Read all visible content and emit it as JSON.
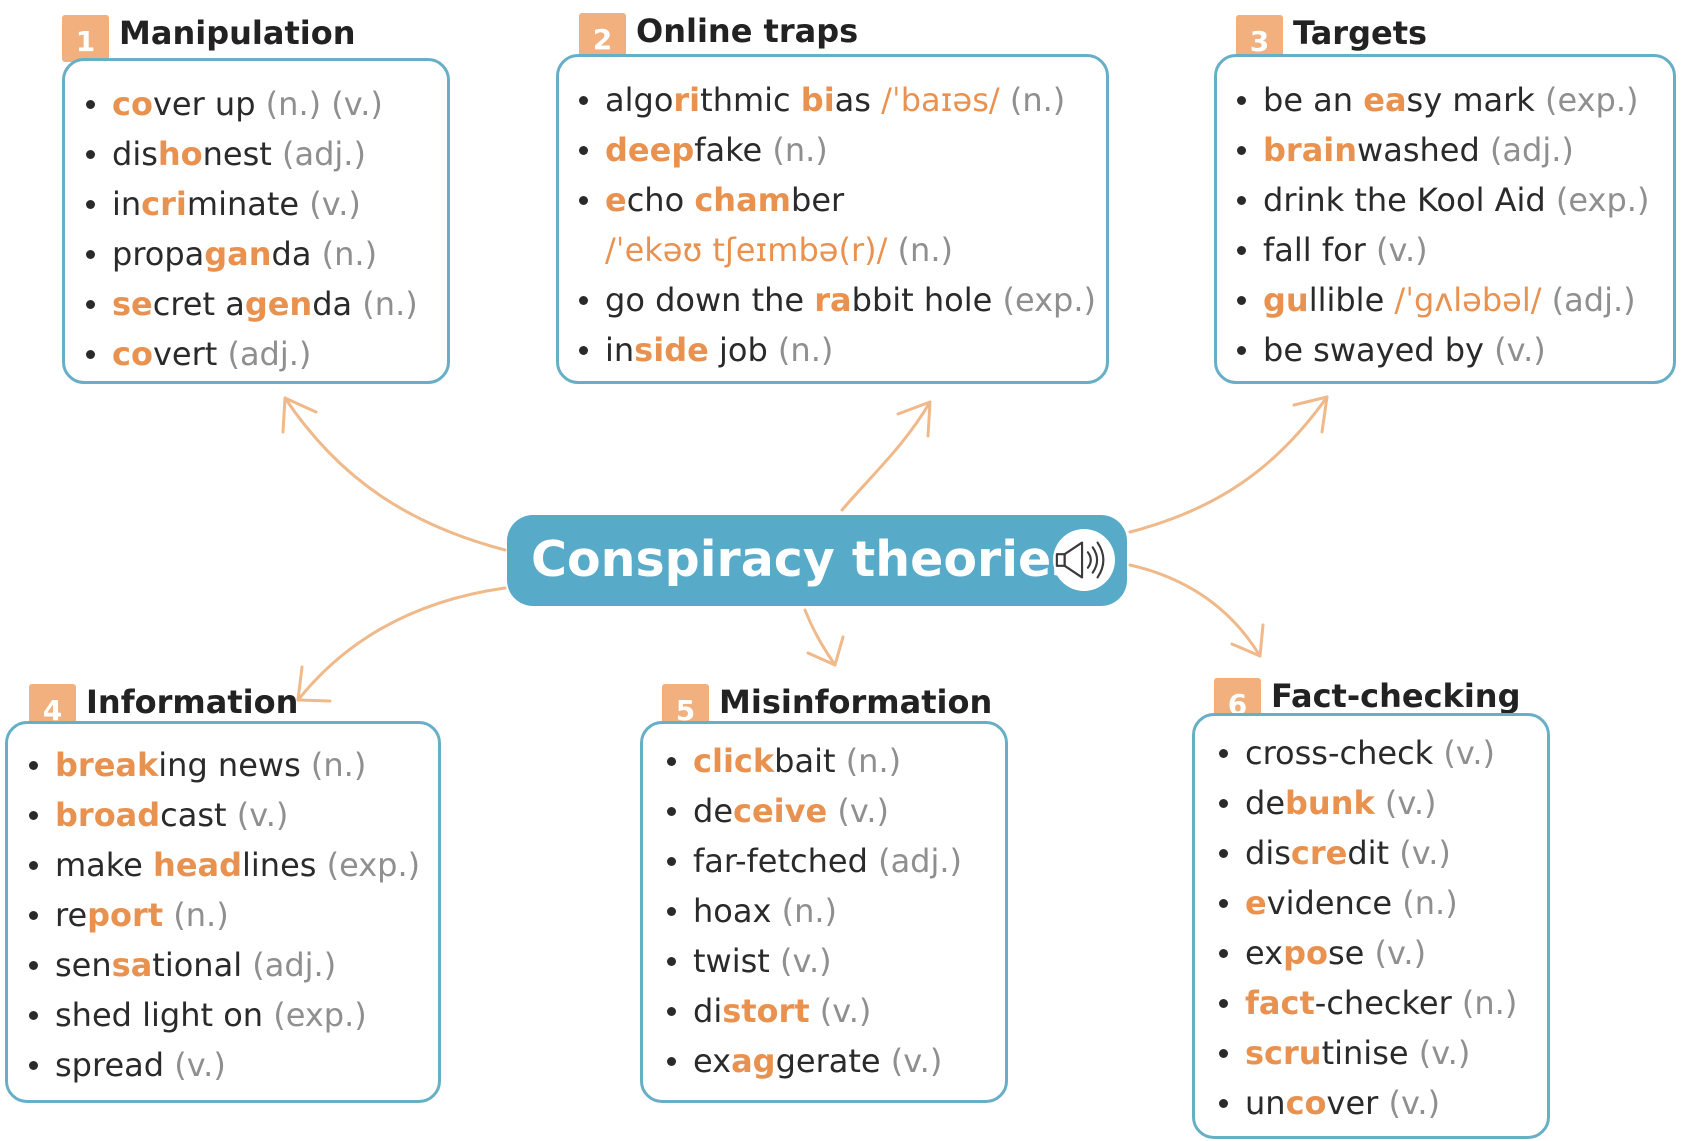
{
  "center": {
    "title": "Conspiracy theories",
    "icon": "speaker-icon"
  },
  "colors": {
    "accent": "#e99250",
    "box_border": "#67afc6",
    "center_bg": "#58abc8",
    "badge": "#f1b07d",
    "arrow": "#f0b98a",
    "pos": "#8f8f8f"
  },
  "sections": [
    {
      "number": "1",
      "title": "Manipulation",
      "items": [
        {
          "parts": [
            {
              "t": "co",
              "h": true
            },
            {
              "t": "ver up "
            }
          ],
          "pos": "(n.) (v.)"
        },
        {
          "parts": [
            {
              "t": "dis"
            },
            {
              "t": "ho",
              "h": true
            },
            {
              "t": "nest "
            }
          ],
          "pos": "(adj.)"
        },
        {
          "parts": [
            {
              "t": "in"
            },
            {
              "t": "cri",
              "h": true
            },
            {
              "t": "minate "
            }
          ],
          "pos": "(v.)"
        },
        {
          "parts": [
            {
              "t": "propa"
            },
            {
              "t": "gan",
              "h": true
            },
            {
              "t": "da "
            }
          ],
          "pos": "(n.)"
        },
        {
          "parts": [
            {
              "t": "se",
              "h": true
            },
            {
              "t": "cret a"
            },
            {
              "t": "gen",
              "h": true
            },
            {
              "t": "da "
            }
          ],
          "pos": "(n.)"
        },
        {
          "parts": [
            {
              "t": "co",
              "h": true
            },
            {
              "t": "vert "
            }
          ],
          "pos": "(adj.)"
        }
      ]
    },
    {
      "number": "2",
      "title": "Online traps",
      "items": [
        {
          "parts": [
            {
              "t": "algo"
            },
            {
              "t": "ri",
              "h": true
            },
            {
              "t": "thmic "
            },
            {
              "t": "bi",
              "h": true
            },
            {
              "t": "as "
            }
          ],
          "ipa": "/ˈbaɪəs/",
          "pos": " (n.)"
        },
        {
          "parts": [
            {
              "t": "deep",
              "h": true
            },
            {
              "t": "fake "
            }
          ],
          "pos": "(n.)"
        },
        {
          "parts": [
            {
              "t": "e",
              "h": true
            },
            {
              "t": "cho "
            },
            {
              "t": "cham",
              "h": true
            },
            {
              "t": "ber"
            }
          ],
          "pos": ""
        },
        {
          "cont": true,
          "parts": [],
          "ipa": "/ˈekəʊ tʃeɪmbə(r)/",
          "pos": " (n.)"
        },
        {
          "parts": [
            {
              "t": "go down the "
            },
            {
              "t": "ra",
              "h": true
            },
            {
              "t": "bbit hole "
            }
          ],
          "pos": "(exp.)"
        },
        {
          "parts": [
            {
              "t": "in"
            },
            {
              "t": "side",
              "h": true
            },
            {
              "t": " job "
            }
          ],
          "pos": "(n.)"
        }
      ]
    },
    {
      "number": "3",
      "title": "Targets",
      "items": [
        {
          "parts": [
            {
              "t": "be an "
            },
            {
              "t": "ea",
              "h": true
            },
            {
              "t": "sy mark "
            }
          ],
          "pos": "(exp.)"
        },
        {
          "parts": [
            {
              "t": "brain",
              "h": true
            },
            {
              "t": "washed "
            }
          ],
          "pos": "(adj.)"
        },
        {
          "parts": [
            {
              "t": "drink the Kool Aid "
            }
          ],
          "pos": "(exp.)"
        },
        {
          "parts": [
            {
              "t": "fall for "
            }
          ],
          "pos": "(v.)"
        },
        {
          "parts": [
            {
              "t": "gu",
              "h": true
            },
            {
              "t": "llible "
            }
          ],
          "ipa": "/ˈgʌləbəl/",
          "pos": " (adj.)"
        },
        {
          "parts": [
            {
              "t": "be swayed by "
            }
          ],
          "pos": "(v.)"
        }
      ]
    },
    {
      "number": "4",
      "title": "Information",
      "items": [
        {
          "parts": [
            {
              "t": "break",
              "h": true
            },
            {
              "t": "ing news "
            }
          ],
          "pos": "(n.)"
        },
        {
          "parts": [
            {
              "t": "broad",
              "h": true
            },
            {
              "t": "cast "
            }
          ],
          "pos": "(v.)"
        },
        {
          "parts": [
            {
              "t": "make "
            },
            {
              "t": "head",
              "h": true
            },
            {
              "t": "lines "
            }
          ],
          "pos": "(exp.)"
        },
        {
          "parts": [
            {
              "t": "re"
            },
            {
              "t": "port",
              "h": true
            },
            {
              "t": " "
            }
          ],
          "pos": "(n.)"
        },
        {
          "parts": [
            {
              "t": "sen"
            },
            {
              "t": "sa",
              "h": true
            },
            {
              "t": "tional "
            }
          ],
          "pos": "(adj.)"
        },
        {
          "parts": [
            {
              "t": "shed light on "
            }
          ],
          "pos": "(exp.)"
        },
        {
          "parts": [
            {
              "t": "spread "
            }
          ],
          "pos": "(v.)"
        }
      ]
    },
    {
      "number": "5",
      "title": "Misinformation",
      "items": [
        {
          "parts": [
            {
              "t": "click",
              "h": true
            },
            {
              "t": "bait "
            }
          ],
          "pos": "(n.)"
        },
        {
          "parts": [
            {
              "t": "de"
            },
            {
              "t": "ceive",
              "h": true
            },
            {
              "t": " "
            }
          ],
          "pos": "(v.)"
        },
        {
          "parts": [
            {
              "t": "far-fetched "
            }
          ],
          "pos": "(adj.)"
        },
        {
          "parts": [
            {
              "t": "hoax "
            }
          ],
          "pos": "(n.)"
        },
        {
          "parts": [
            {
              "t": "twist "
            }
          ],
          "pos": "(v.)"
        },
        {
          "parts": [
            {
              "t": "di"
            },
            {
              "t": "stort",
              "h": true
            },
            {
              "t": " "
            }
          ],
          "pos": "(v.)"
        },
        {
          "parts": [
            {
              "t": "ex"
            },
            {
              "t": "ag",
              "h": true
            },
            {
              "t": "gerate "
            }
          ],
          "pos": "(v.)"
        }
      ]
    },
    {
      "number": "6",
      "title": "Fact-checking",
      "items": [
        {
          "parts": [
            {
              "t": "cross-check "
            }
          ],
          "pos": "(v.)"
        },
        {
          "parts": [
            {
              "t": "de"
            },
            {
              "t": "bunk",
              "h": true
            },
            {
              "t": " "
            }
          ],
          "pos": "(v.)"
        },
        {
          "parts": [
            {
              "t": "dis"
            },
            {
              "t": "cre",
              "h": true
            },
            {
              "t": "dit "
            }
          ],
          "pos": "(v.)"
        },
        {
          "parts": [
            {
              "t": "e",
              "h": true
            },
            {
              "t": "vidence "
            }
          ],
          "pos": "(n.)"
        },
        {
          "parts": [
            {
              "t": "ex"
            },
            {
              "t": "po",
              "h": true
            },
            {
              "t": "se "
            }
          ],
          "pos": "(v.)"
        },
        {
          "parts": [
            {
              "t": "fact",
              "h": true
            },
            {
              "t": "-checker "
            }
          ],
          "pos": "(n.)"
        },
        {
          "parts": [
            {
              "t": "scru",
              "h": true
            },
            {
              "t": "tinise "
            }
          ],
          "pos": "(v.)"
        },
        {
          "parts": [
            {
              "t": "un"
            },
            {
              "t": "co",
              "h": true
            },
            {
              "t": "ver "
            }
          ],
          "pos": "(v.)"
        }
      ]
    }
  ]
}
